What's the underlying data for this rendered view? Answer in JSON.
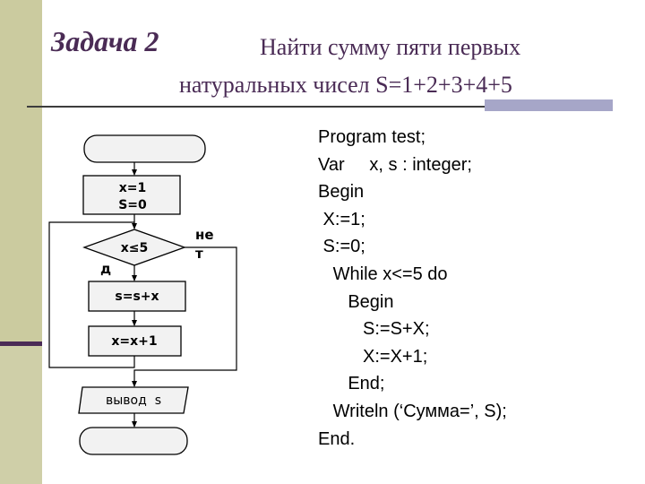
{
  "slide": {
    "title": "Задача 2",
    "subtitle_line1": "Найти сумму пяти первых",
    "subtitle_line2": "натуральных чисел S=1+2+3+4+5",
    "colors": {
      "title": "#4a2b55",
      "sidebar": "#cfcfa8",
      "accent": "#4a2b55",
      "rule_block": "#a6a6c8"
    }
  },
  "flowchart": {
    "init_line1": "x=1",
    "init_line2": "S=0",
    "condition": "x≤5",
    "yes_label": "д",
    "no_label_line1": "не",
    "no_label_line2": "т",
    "body_step1": "s=s+x",
    "body_step2": "x=x+1",
    "output": "вывод  s"
  },
  "code": {
    "lines": [
      "Program test;",
      "Var     x, s : integer;",
      "Begin",
      " X:=1;",
      " S:=0;",
      "   While x<=5 do",
      "      Begin",
      "         S:=S+X;",
      "         X:=X+1;",
      "      End;",
      "   Writeln (‘Сумма=’, S);",
      "End."
    ]
  }
}
